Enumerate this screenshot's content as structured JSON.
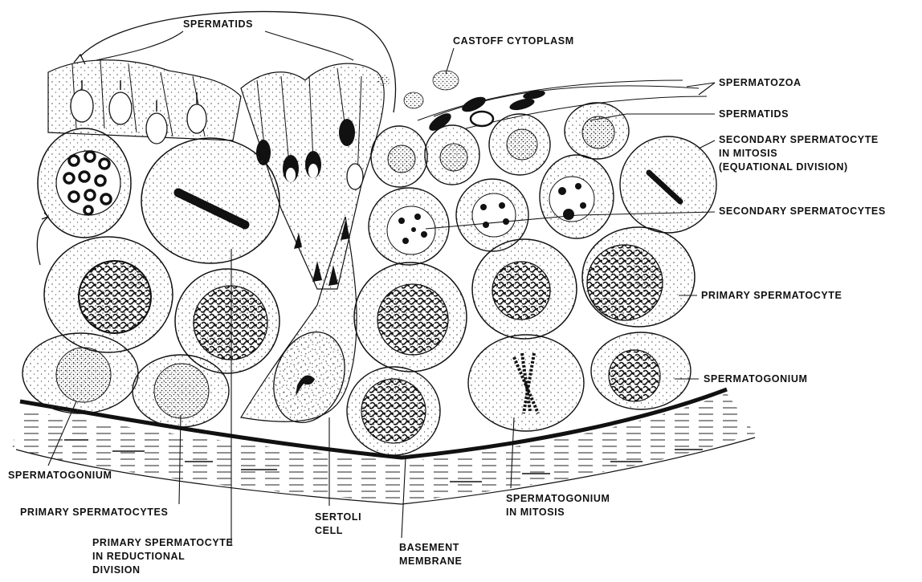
{
  "diagram": {
    "colors": {
      "ink": "#111111",
      "paper": "#ffffff",
      "stipple": "#3a3a3a"
    },
    "labels": {
      "spermatids_top": "SPERMATIDS",
      "castoff_cytoplasm": "CASTOFF CYTOPLASM",
      "spermatozoa": "SPERMATOZOA",
      "spermatids_right": "SPERMATIDS",
      "secondary_mitosis": [
        "SECONDARY SPERMATOCYTE",
        "IN MITOSIS",
        "(EQUATIONAL DIVISION)"
      ],
      "secondary_spermatocytes": "SECONDARY SPERMATOCYTES",
      "primary_spermatocyte": "PRIMARY SPERMATOCYTE",
      "spermatogonium_right": "SPERMATOGONIUM",
      "spermatogonium_left": "SPERMATOGONIUM",
      "primary_spermatocytes": "PRIMARY SPERMATOCYTES",
      "primary_reductional": [
        "PRIMARY SPERMATOCYTE",
        "IN REDUCTIONAL",
        "DIVISION"
      ],
      "sertoli_cell": [
        "SERTOLI",
        "CELL"
      ],
      "basement_membrane": [
        "BASEMENT",
        "MEMBRANE"
      ],
      "spermatogonium_mitosis": [
        "SPERMATOGONIUM",
        "IN MITOSIS"
      ]
    }
  }
}
